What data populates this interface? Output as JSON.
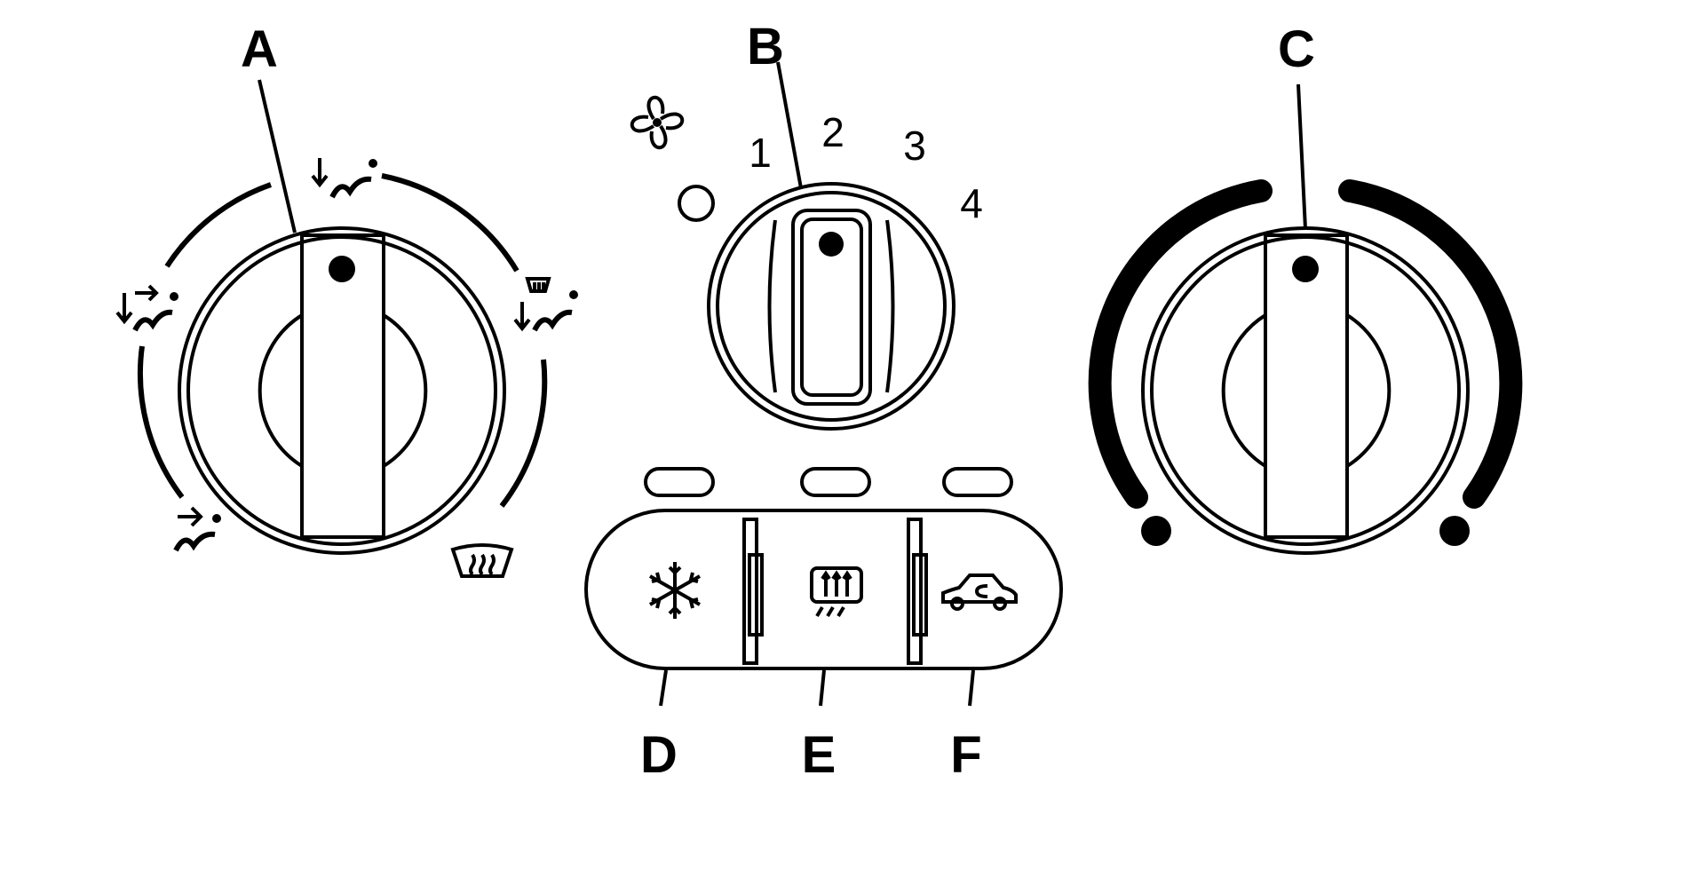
{
  "callouts": {
    "a": "A",
    "b": "B",
    "c": "C",
    "d": "D",
    "e": "E",
    "f": "F"
  },
  "fan_speeds": {
    "off": "O",
    "s1": "1",
    "s2": "2",
    "s3": "3",
    "s4": "4"
  },
  "icons": {
    "mode_vent": "vent-mode-icon",
    "mode_bilevel": "bilevel-mode-icon",
    "mode_floor": "floor-mode-icon",
    "mode_defog": "defog-mode-icon",
    "mode_defrost": "windshield-defrost-icon",
    "fan": "fan-icon",
    "ac": "snowflake-ac-icon",
    "rear_defrost": "rear-window-defrost-icon",
    "recirculation": "recirculation-car-icon"
  },
  "colors": {
    "ink": "#000000",
    "background": "#ffffff"
  }
}
